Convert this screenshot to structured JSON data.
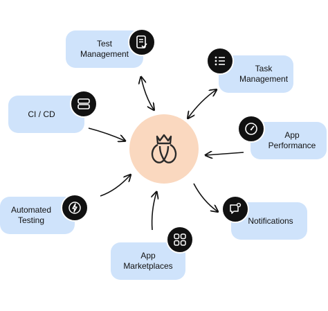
{
  "hub": {
    "icon": "crown-shield-logo-icon"
  },
  "nodes": {
    "test_management": {
      "label": "Test\nManagement",
      "icon": "checklist-document-icon"
    },
    "task_management": {
      "label": "Task\nManagement",
      "icon": "list-icon"
    },
    "ci_cd": {
      "label": "CI / CD",
      "icon": "server-icon"
    },
    "app_performance": {
      "label": "App\nPerformance",
      "icon": "gauge-icon"
    },
    "automated_testing": {
      "label": "Automated\nTesting",
      "icon": "lightning-icon"
    },
    "notifications": {
      "label": "Notifications",
      "icon": "chat-notification-icon"
    },
    "app_marketplaces": {
      "label": "App\nMarketplaces",
      "icon": "grid-apps-icon"
    }
  },
  "colors": {
    "box": "#cfe3fb",
    "hub": "#fad8bf",
    "icon_bg": "#111111",
    "arrow": "#111111"
  }
}
